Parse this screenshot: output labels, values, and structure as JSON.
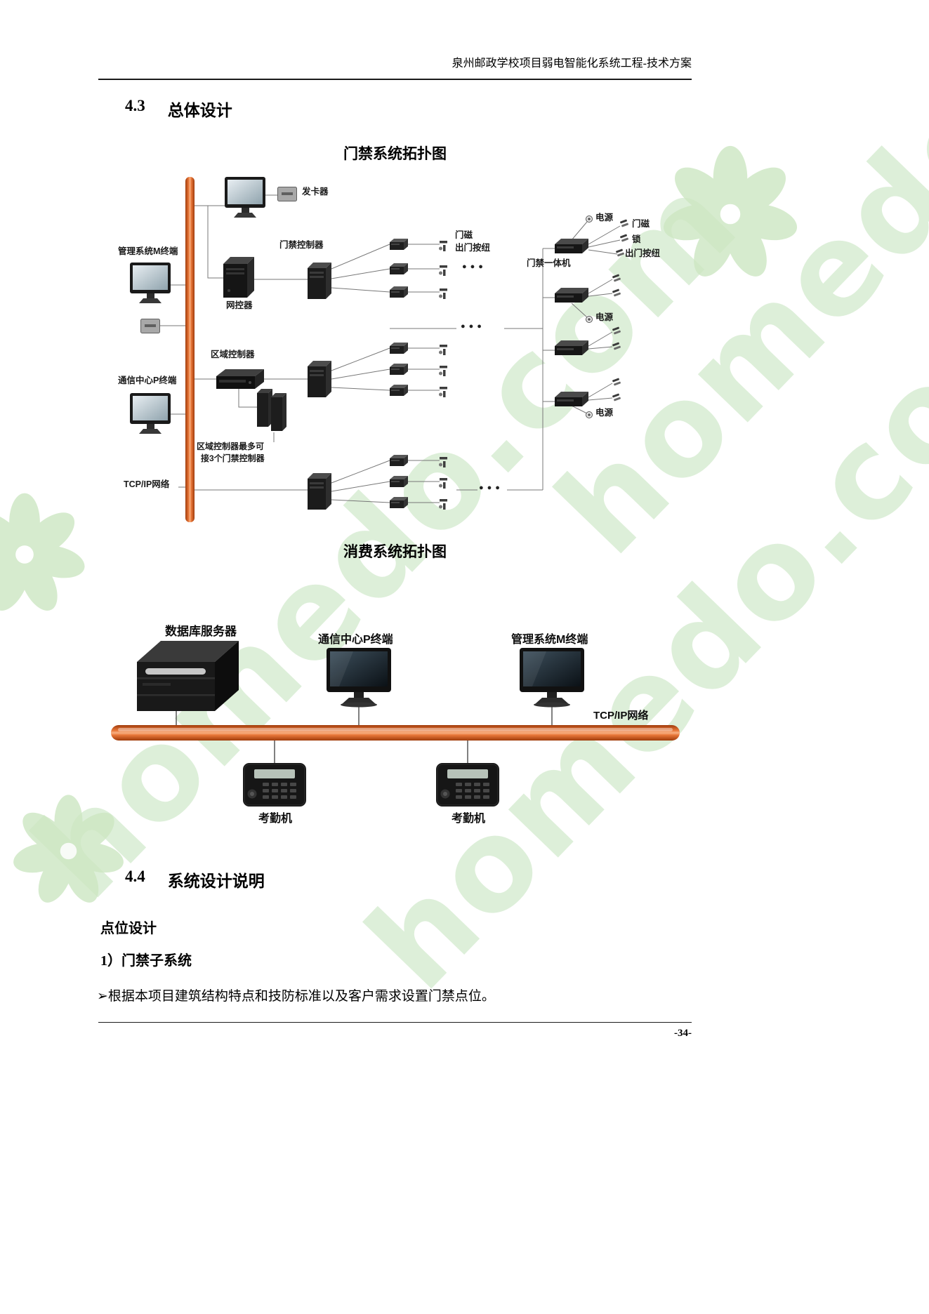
{
  "page": {
    "header_title": "泉州邮政学校项目弱电智能化系统工程-技术方案",
    "footer_page_number": "-34-",
    "watermark_text": "homedo.com"
  },
  "sections": {
    "overall": {
      "number": "4.3",
      "title": "总体设计"
    },
    "design_notes": {
      "number": "4.4",
      "title": "系统设计说明"
    }
  },
  "access_diagram": {
    "title": "门禁系统拓扑图",
    "labels": {
      "card_issuer": "发卡器",
      "mgmt_terminal": "管理系统M终端",
      "net_controller": "网控器",
      "access_controller": "门禁控制器",
      "door_magnet": "门磁",
      "exit_button": "出门按纽",
      "lock": "锁",
      "power": "电源",
      "all_in_one": "门禁一体机",
      "area_controller": "区域控制器",
      "comm_terminal": "通信中心P终端",
      "area_note_line1": "区域控制器最多可",
      "area_note_line2": "接3个门禁控制器",
      "tcpip": "TCP/IP网络",
      "ellipsis": "●●●"
    }
  },
  "consumption_diagram": {
    "title": "消费系统拓扑图",
    "labels": {
      "db_server": "数据库服务器",
      "comm_terminal": "通信中心P终端",
      "mgmt_terminal": "管理系统M终端",
      "tcpip": "TCP/IP网络",
      "attendance": "考勤机"
    }
  },
  "body": {
    "point_design": "点位设计",
    "subsystem": "1）门禁子系统",
    "bullet_marker": "➢",
    "bullet_text": "根据本项目建筑结构特点和技防标准以及客户需求设置门禁点位。"
  }
}
